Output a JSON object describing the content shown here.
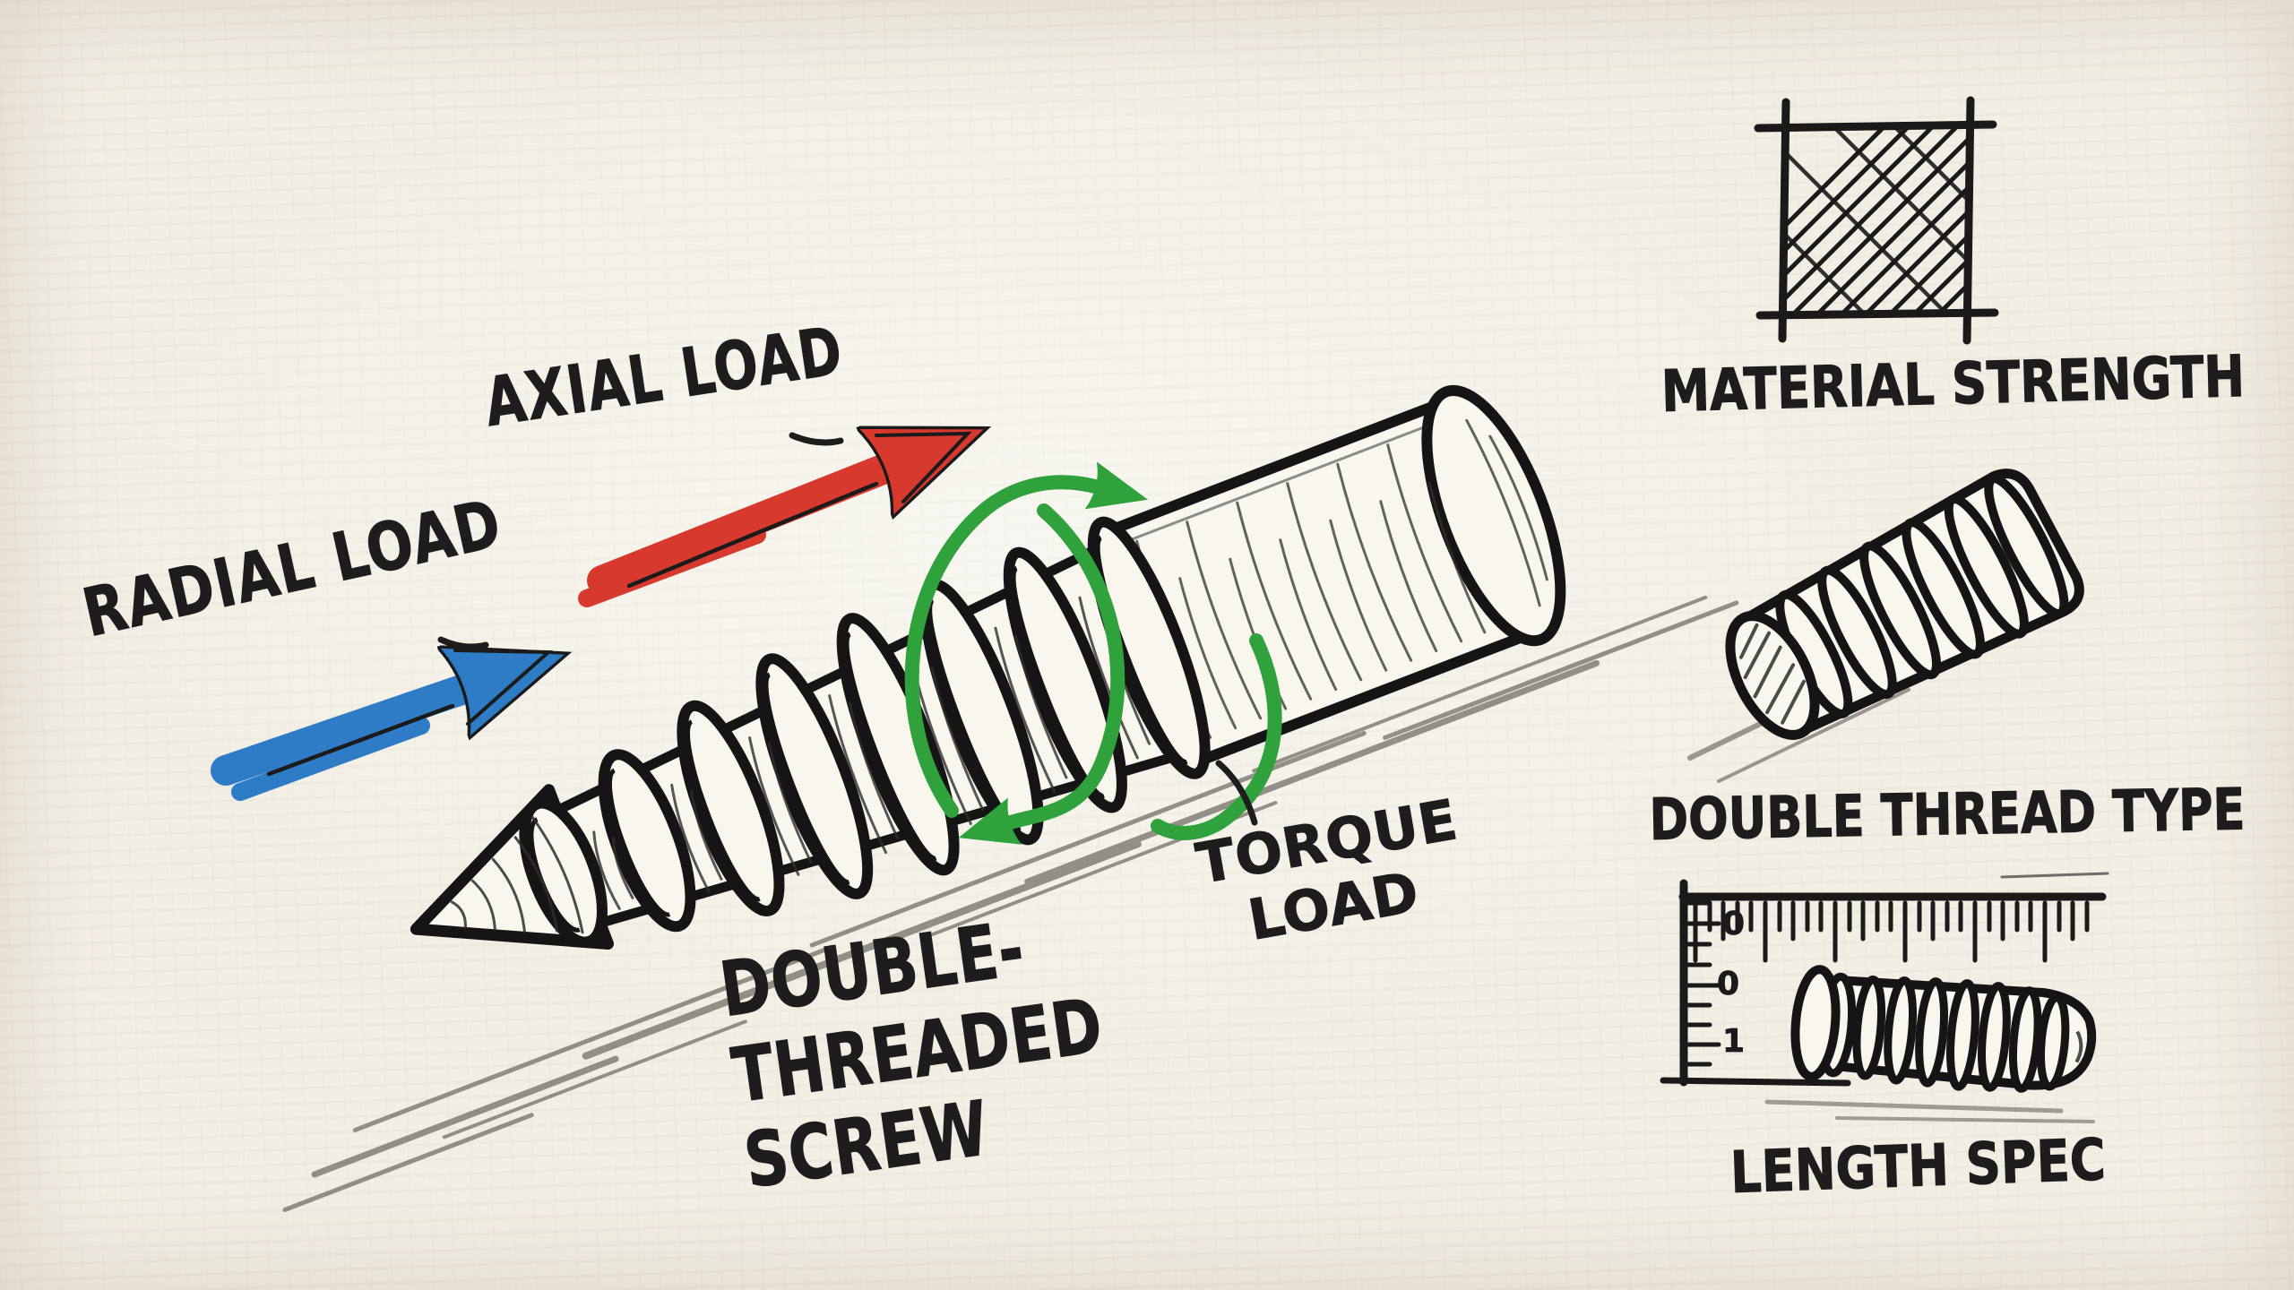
{
  "annotations": {
    "axial": {
      "text": "AXIAL LOAD",
      "arrow_color": "#d8392d"
    },
    "radial": {
      "text": "RADIAL LOAD",
      "arrow_color": "#2e7cc6"
    },
    "torque": {
      "lines": [
        "TORQUE",
        "LOAD"
      ],
      "arrow_color": "#2fa23b"
    },
    "caption": {
      "lines": [
        "DOUBLE-",
        "THREADED",
        "SCREW"
      ]
    }
  },
  "legend": [
    {
      "label": "MATERIAL STRENGTH",
      "icon": "crosshatch-square-icon"
    },
    {
      "label": "DOUBLE THREAD TYPE",
      "icon": "threaded-rod-icon"
    },
    {
      "label": "LENGTH SPEC",
      "icon": "ruler-icon"
    }
  ],
  "ruler": {
    "marks": [
      "0",
      "0",
      "1"
    ]
  },
  "colors": {
    "ink": "#1d1d1d",
    "paper": "#f2eee3",
    "axial_arrow_red": "#d8392d",
    "radial_arrow_blue": "#2e7cc6",
    "torque_arrow_green": "#2fa23b",
    "shadow_gray": "#6a675f"
  }
}
